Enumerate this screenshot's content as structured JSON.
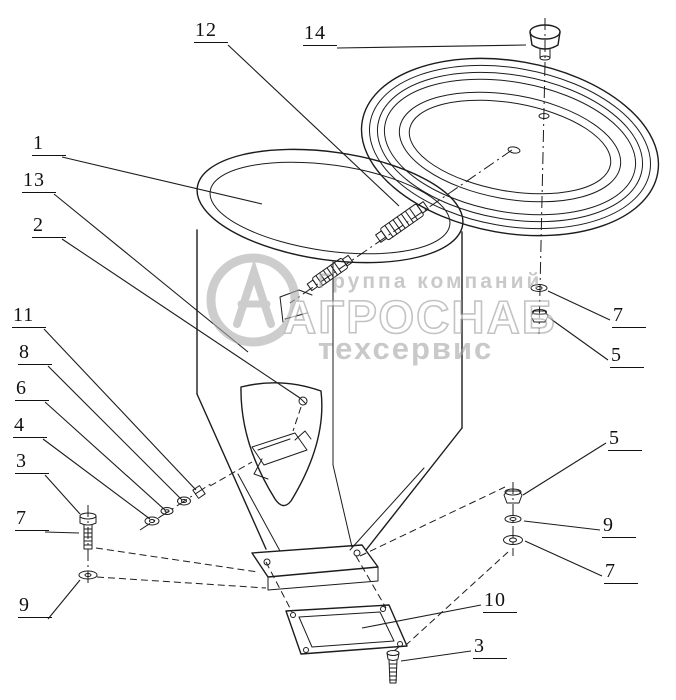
{
  "figure": {
    "background_color": "#ffffff",
    "line_color": "#1c1c1c",
    "watermark_color": "#a6a6a6"
  },
  "watermark": {
    "line1": "Группа компаний",
    "line2": "АГРОСНАБ",
    "line3": "техсервис",
    "logo": "agrosnab-ring-logo"
  },
  "callouts": [
    {
      "label": "12"
    },
    {
      "label": "14"
    },
    {
      "label": "1"
    },
    {
      "label": "13"
    },
    {
      "label": "2"
    },
    {
      "label": "11"
    },
    {
      "label": "8"
    },
    {
      "label": "6"
    },
    {
      "label": "4"
    },
    {
      "label": "3"
    },
    {
      "label": "7"
    },
    {
      "label": "9"
    },
    {
      "label": "7"
    },
    {
      "label": "5"
    },
    {
      "label": "5"
    },
    {
      "label": "9"
    },
    {
      "label": "7"
    },
    {
      "label": "10"
    },
    {
      "label": "3"
    }
  ]
}
